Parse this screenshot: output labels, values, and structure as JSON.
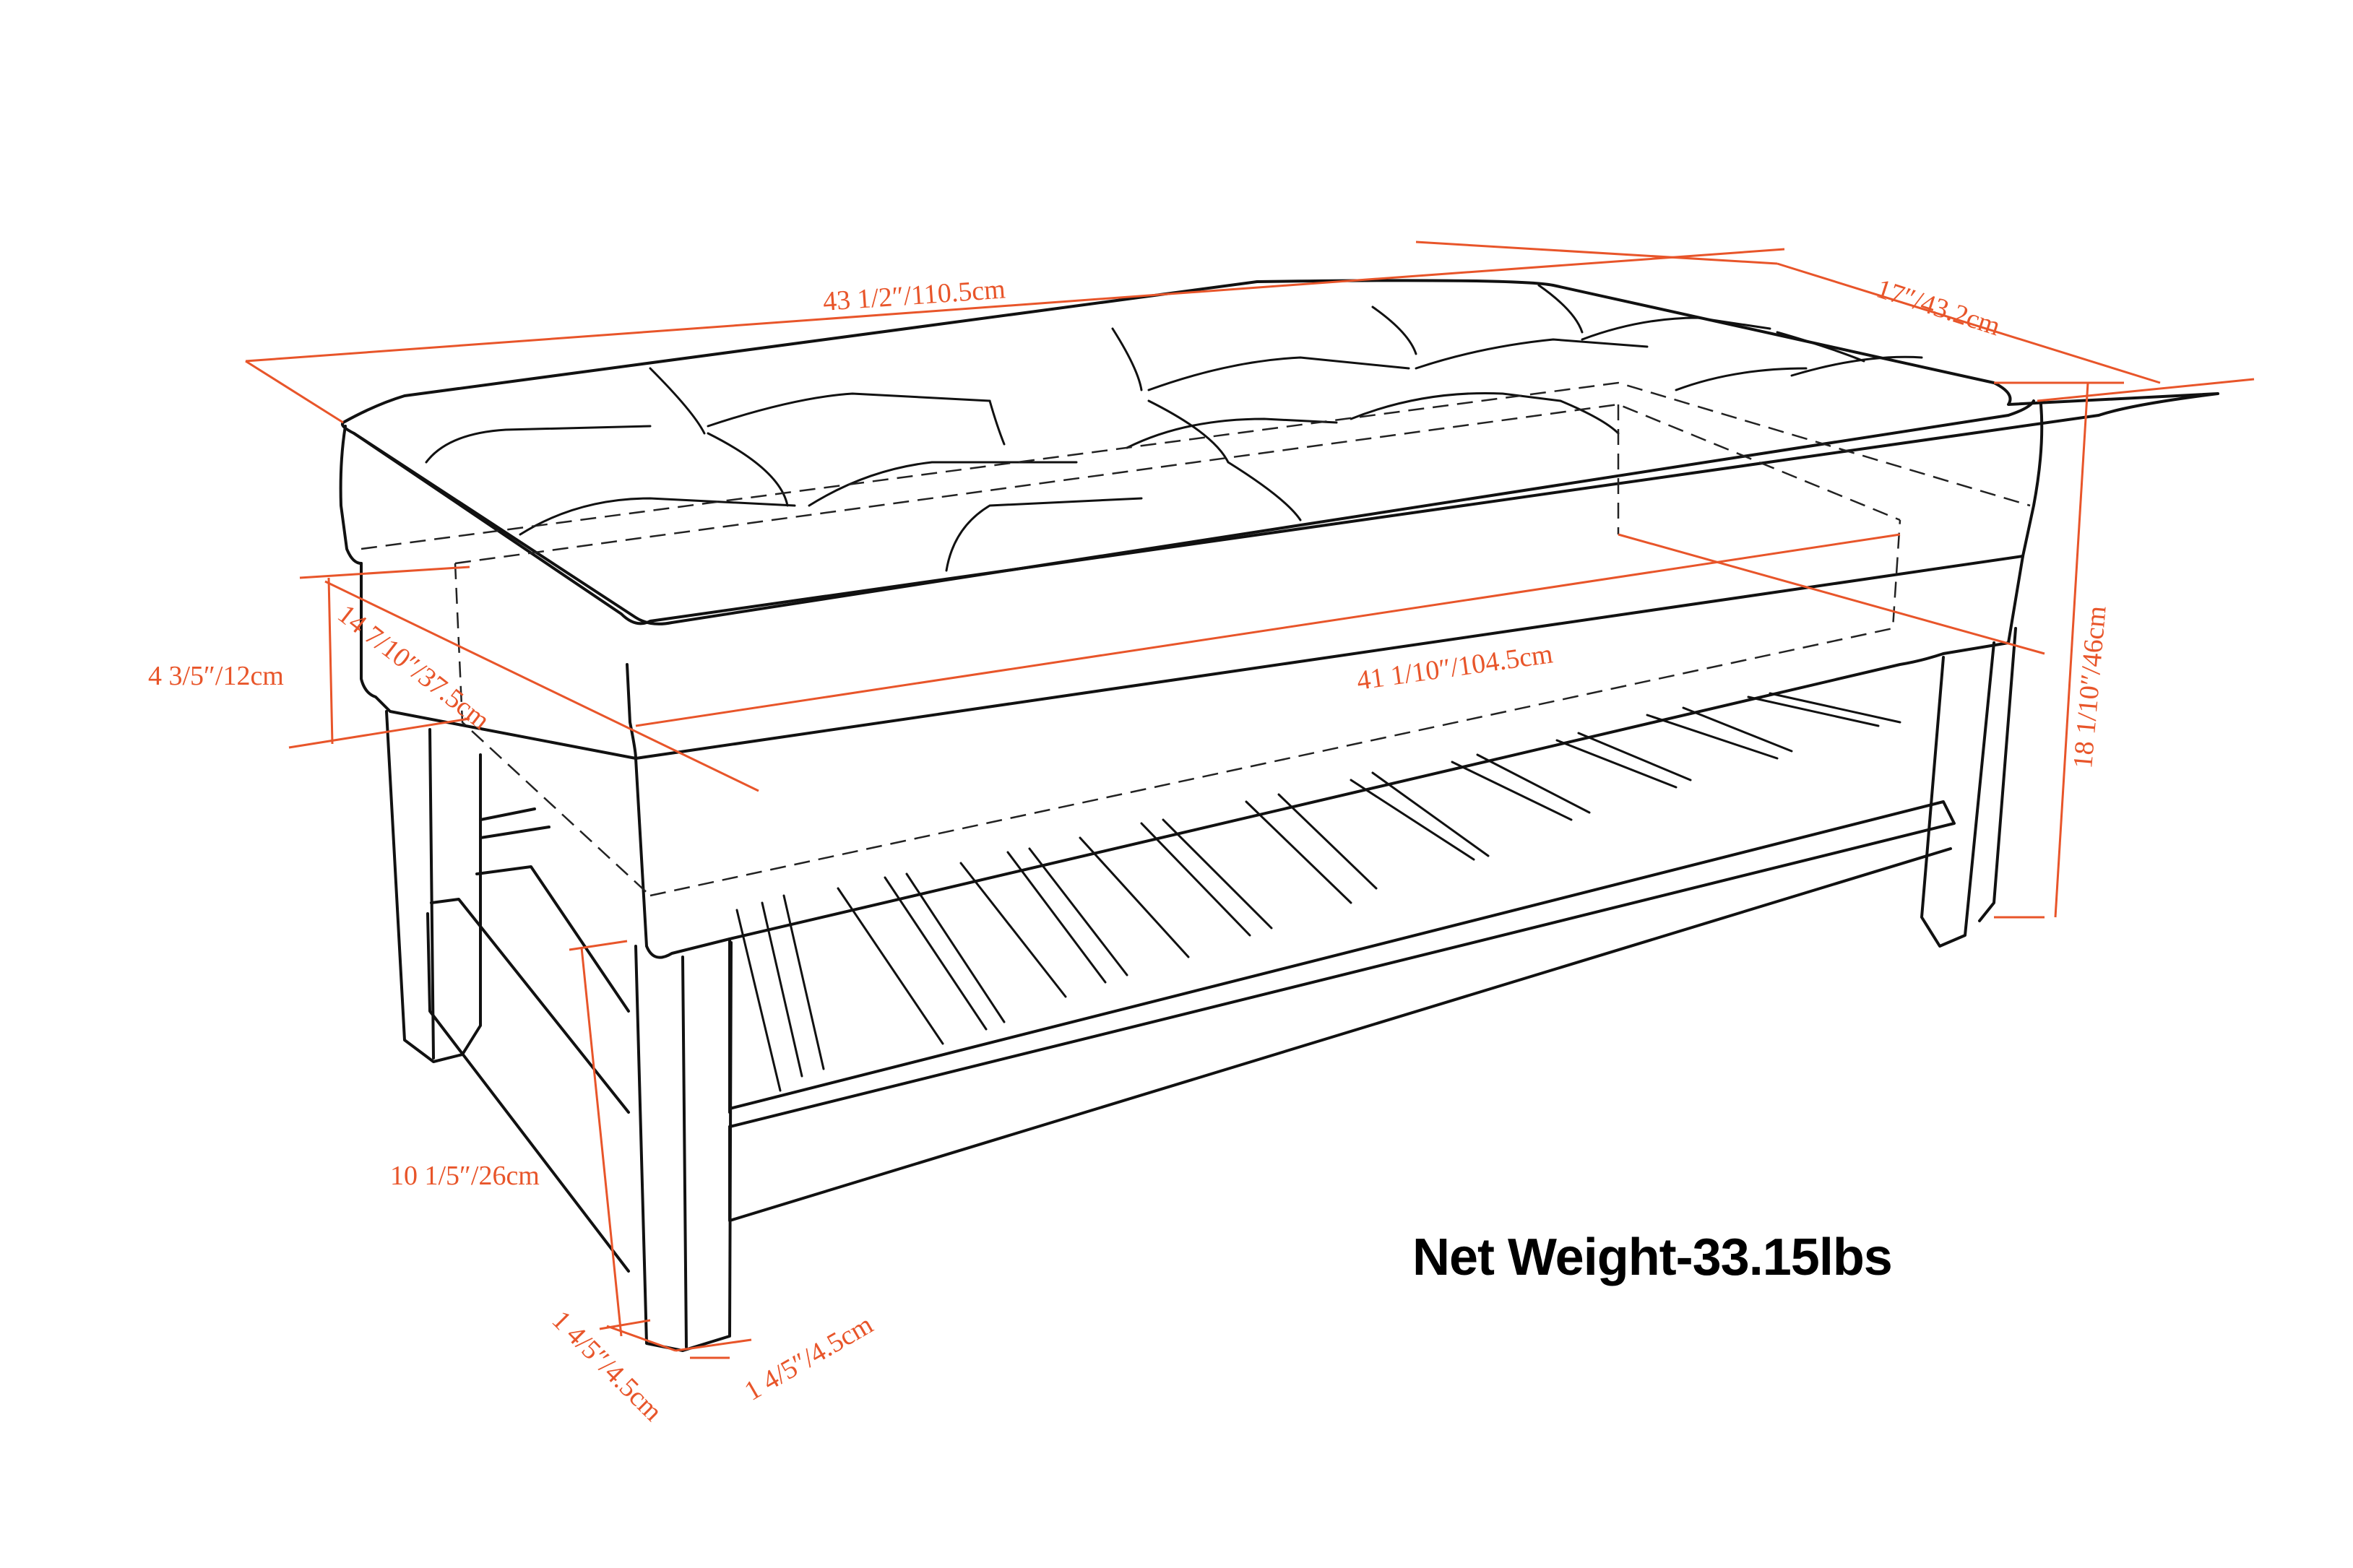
{
  "diagram": {
    "subject": "Storage bench with tufted lift-top and slatted lower shelf",
    "colors": {
      "line_art": "#111111",
      "dimension": "#e8552a",
      "background": "#ffffff"
    },
    "dimensions": {
      "overall_length": "43 1/2″/110.5cm",
      "overall_depth": "17″/43.2cm",
      "overall_height": "18 1/10″/46cm",
      "interior_length": "41 1/10″/104.5cm",
      "interior_depth": "14 7/10″/37.5cm",
      "interior_height": "4 3/5″/12cm",
      "shelf_clearance": "10 1/5″/26cm",
      "leg_width": "1 4/5″/4.5cm",
      "leg_depth": "1 4/5″/4.5cm"
    },
    "net_weight": "Net Weight-33.15lbs"
  }
}
